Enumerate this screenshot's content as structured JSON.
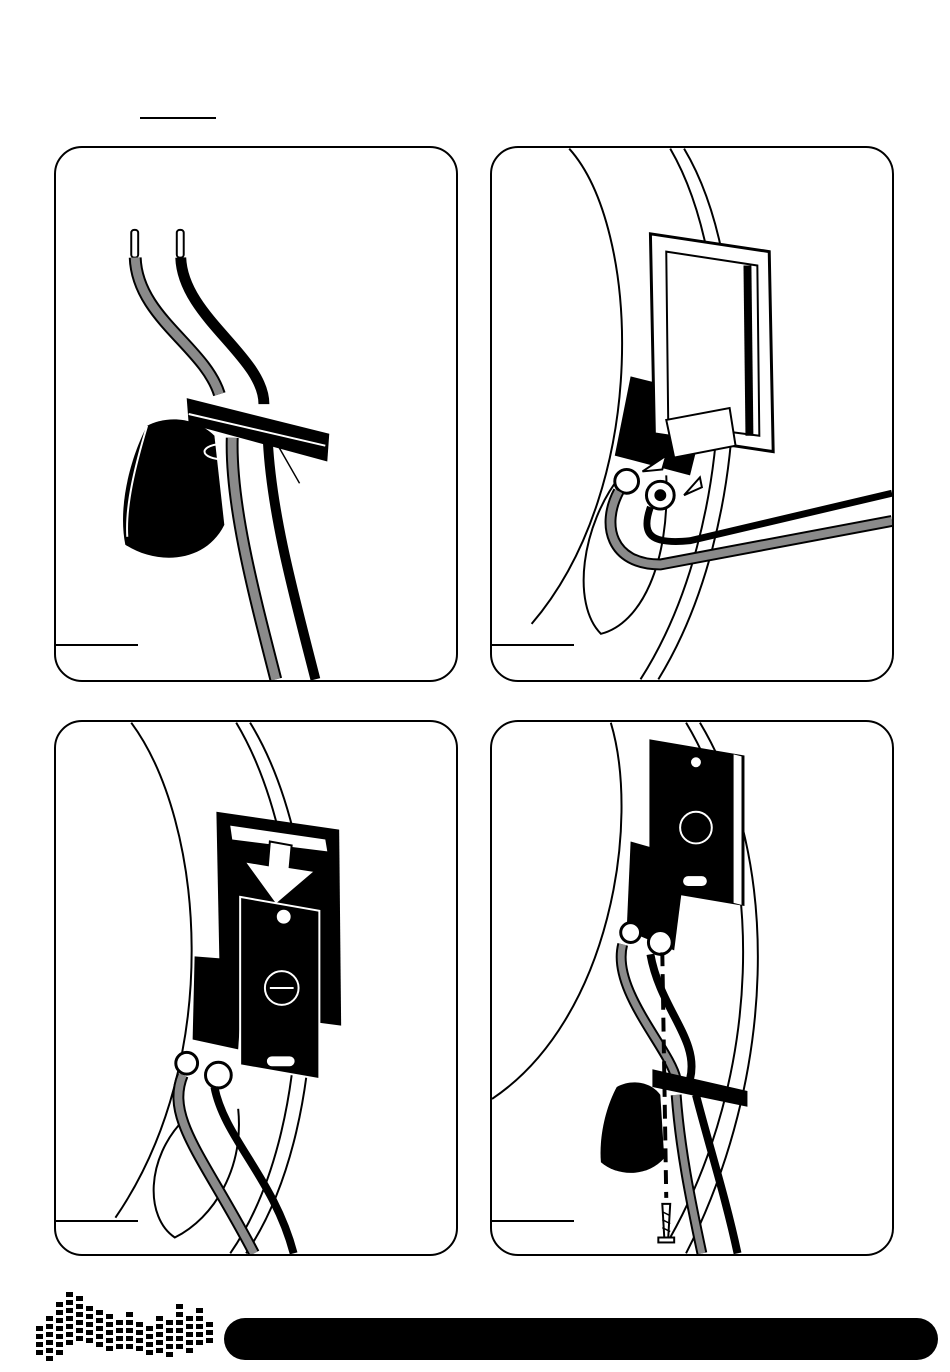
{
  "page": {
    "heading_rule": "",
    "panels": [
      {
        "id": 1,
        "caption": ""
      },
      {
        "id": 2,
        "caption": ""
      },
      {
        "id": 3,
        "caption": ""
      },
      {
        "id": 4,
        "caption": ""
      }
    ],
    "footer": {
      "text": ""
    }
  },
  "icons": {
    "logo": "equalizer-wave-logo",
    "arrow": "down-arrow-icon",
    "screw": "screw-icon"
  },
  "colors": {
    "ink": "#000000",
    "gray_wire": "#8a8a8a",
    "paper": "#ffffff"
  }
}
